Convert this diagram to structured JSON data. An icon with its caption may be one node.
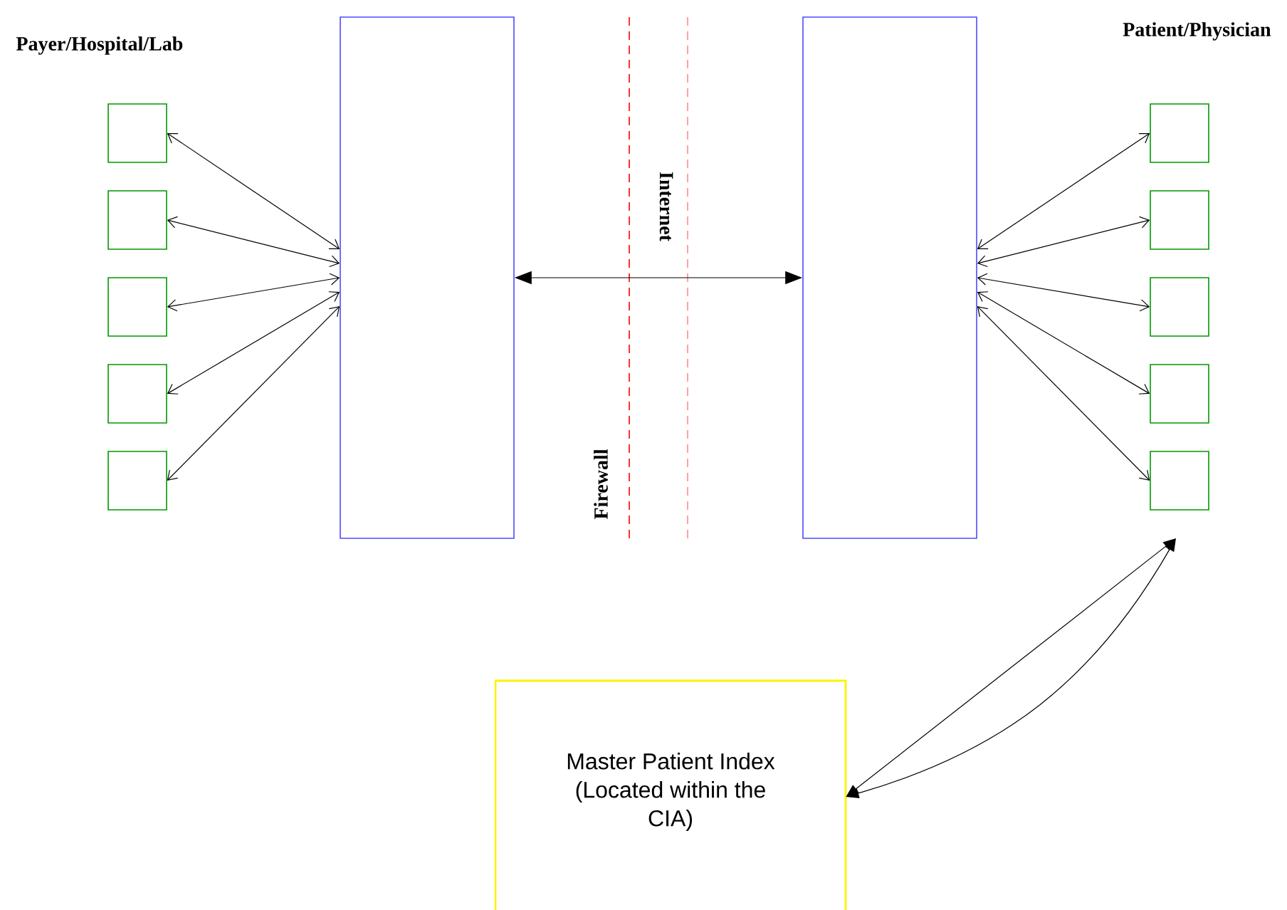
{
  "diagram": {
    "nodes": [
      {
        "text": [],
        "shape": "box"
      },
      {
        "text": [],
        "shape": "box"
      },
      {
        "text": [],
        "shape": "box"
      },
      {
        "text": [],
        "shape": "box"
      },
      {
        "text": [],
        "shape": "box"
      },
      {
        "text": [],
        "shape": "box"
      },
      {
        "text": [],
        "shape": "box"
      },
      {
        "text": [],
        "shape": "box"
      },
      {
        "text": [],
        "shape": "box"
      },
      {
        "text": [],
        "shape": "box"
      },
      {
        "text": [],
        "shape": "box"
      },
      {
        "text": [],
        "shape": "box"
      },
      {
        "text": [
          "Master Patient Index (Located within the CIA)"
        ]
      }
    ],
    "edges": [
      {
        "from": 0,
        "to": 2,
        "arrow": "both"
      },
      {
        "from": 0,
        "to": 3,
        "arrow": "both"
      },
      {
        "from": 0,
        "to": 4,
        "arrow": "both"
      },
      {
        "from": 0,
        "to": 5,
        "arrow": "both"
      },
      {
        "from": 0,
        "to": 6,
        "arrow": "both"
      },
      {
        "from": 0,
        "to": 1,
        "arrow": "both"
      },
      {
        "from": 1,
        "to": 7,
        "arrow": "both"
      },
      {
        "from": 1,
        "to": 8,
        "arrow": "both"
      },
      {
        "from": 1,
        "to": 9,
        "arrow": "both"
      },
      {
        "from": 1,
        "to": 10,
        "arrow": "both"
      },
      {
        "from": 1,
        "to": 11,
        "arrow": "both"
      },
      {
        "from": 12,
        "to": null,
        "arrow": "both"
      },
      {
        "from": 12,
        "to": null,
        "arrow": "both"
      }
    ],
    "labels": [
      "Payer/Hospital/Lab",
      "Patient/Physician",
      "Internet",
      "Firewall"
    ]
  }
}
